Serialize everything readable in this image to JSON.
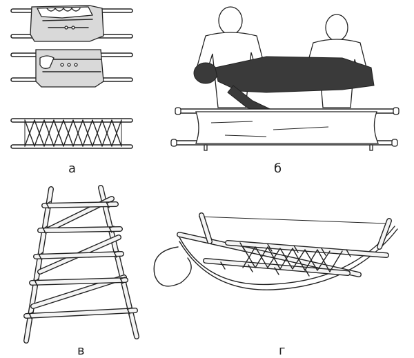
{
  "panels": [
    {
      "id": "a",
      "caption": "а"
    },
    {
      "id": "b",
      "caption": "б"
    },
    {
      "id": "v",
      "caption": "в"
    },
    {
      "id": "g",
      "caption": "г"
    }
  ]
}
